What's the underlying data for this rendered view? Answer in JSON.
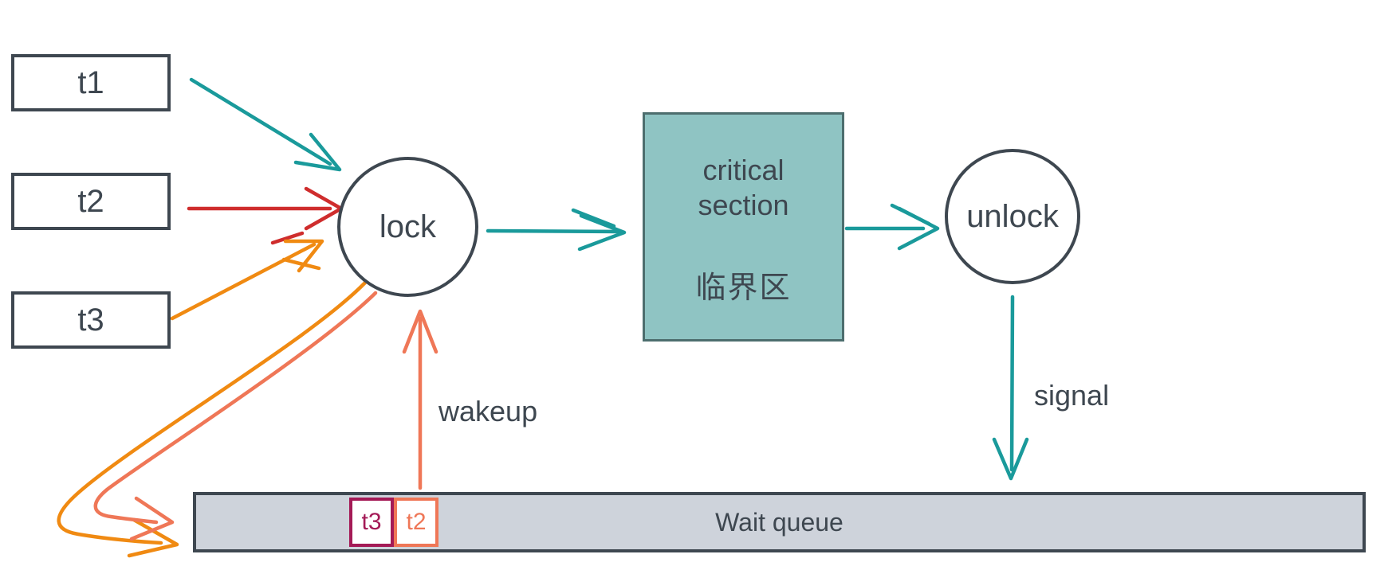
{
  "colors": {
    "slate": "#3E4750",
    "teal": "#1A9A9B",
    "red": "#CF2D2D",
    "orange": "#F08A12",
    "salmon": "#EF7757",
    "magenta": "#A41A56",
    "critical_fill": "#8FC4C3",
    "critical_border": "#4D6E6E",
    "queue_fill": "#CED3DB",
    "node_fill": "#FFFFFF"
  },
  "threads": [
    {
      "label": "t1"
    },
    {
      "label": "t2"
    },
    {
      "label": "t3"
    }
  ],
  "lock": {
    "label": "lock"
  },
  "critical_section": {
    "label_en": "critical section",
    "label_zh": "临界区"
  },
  "unlock": {
    "label": "unlock"
  },
  "edge_labels": {
    "wakeup": "wakeup",
    "signal": "signal"
  },
  "wait_queue": {
    "label": "Wait queue",
    "items": [
      {
        "label": "t3"
      },
      {
        "label": "t2"
      }
    ]
  }
}
